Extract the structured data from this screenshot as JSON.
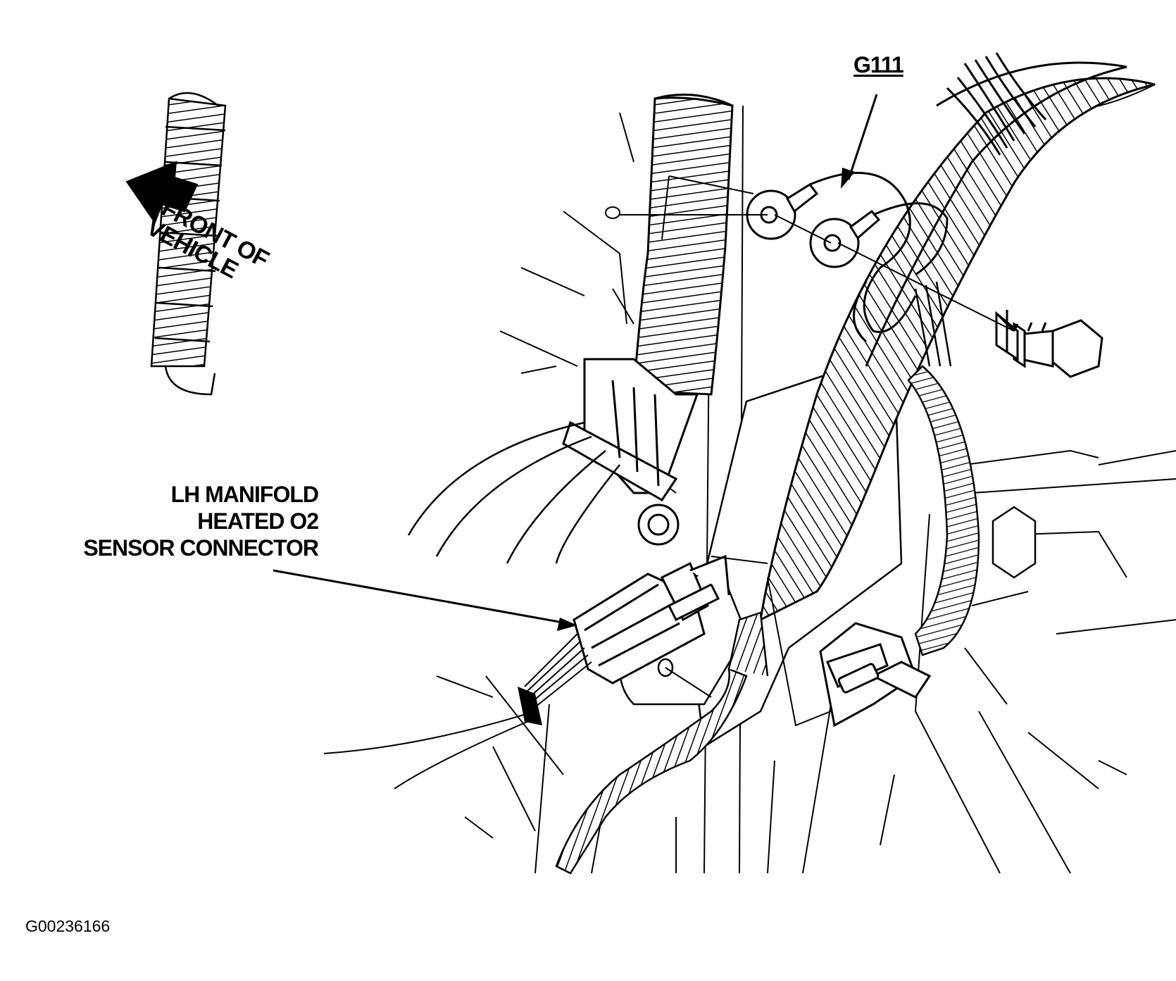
{
  "labels": {
    "ground": "G111",
    "front_line1": "FRONT OF",
    "front_line2": "VEHICLE",
    "sensor_line1": "LH MANIFOLD",
    "sensor_line2": "HEATED O2",
    "sensor_line3": "SENSOR CONNECTOR"
  },
  "figure_id": "G00236166",
  "colors": {
    "ink": "#000000",
    "paper": "#ffffff"
  }
}
